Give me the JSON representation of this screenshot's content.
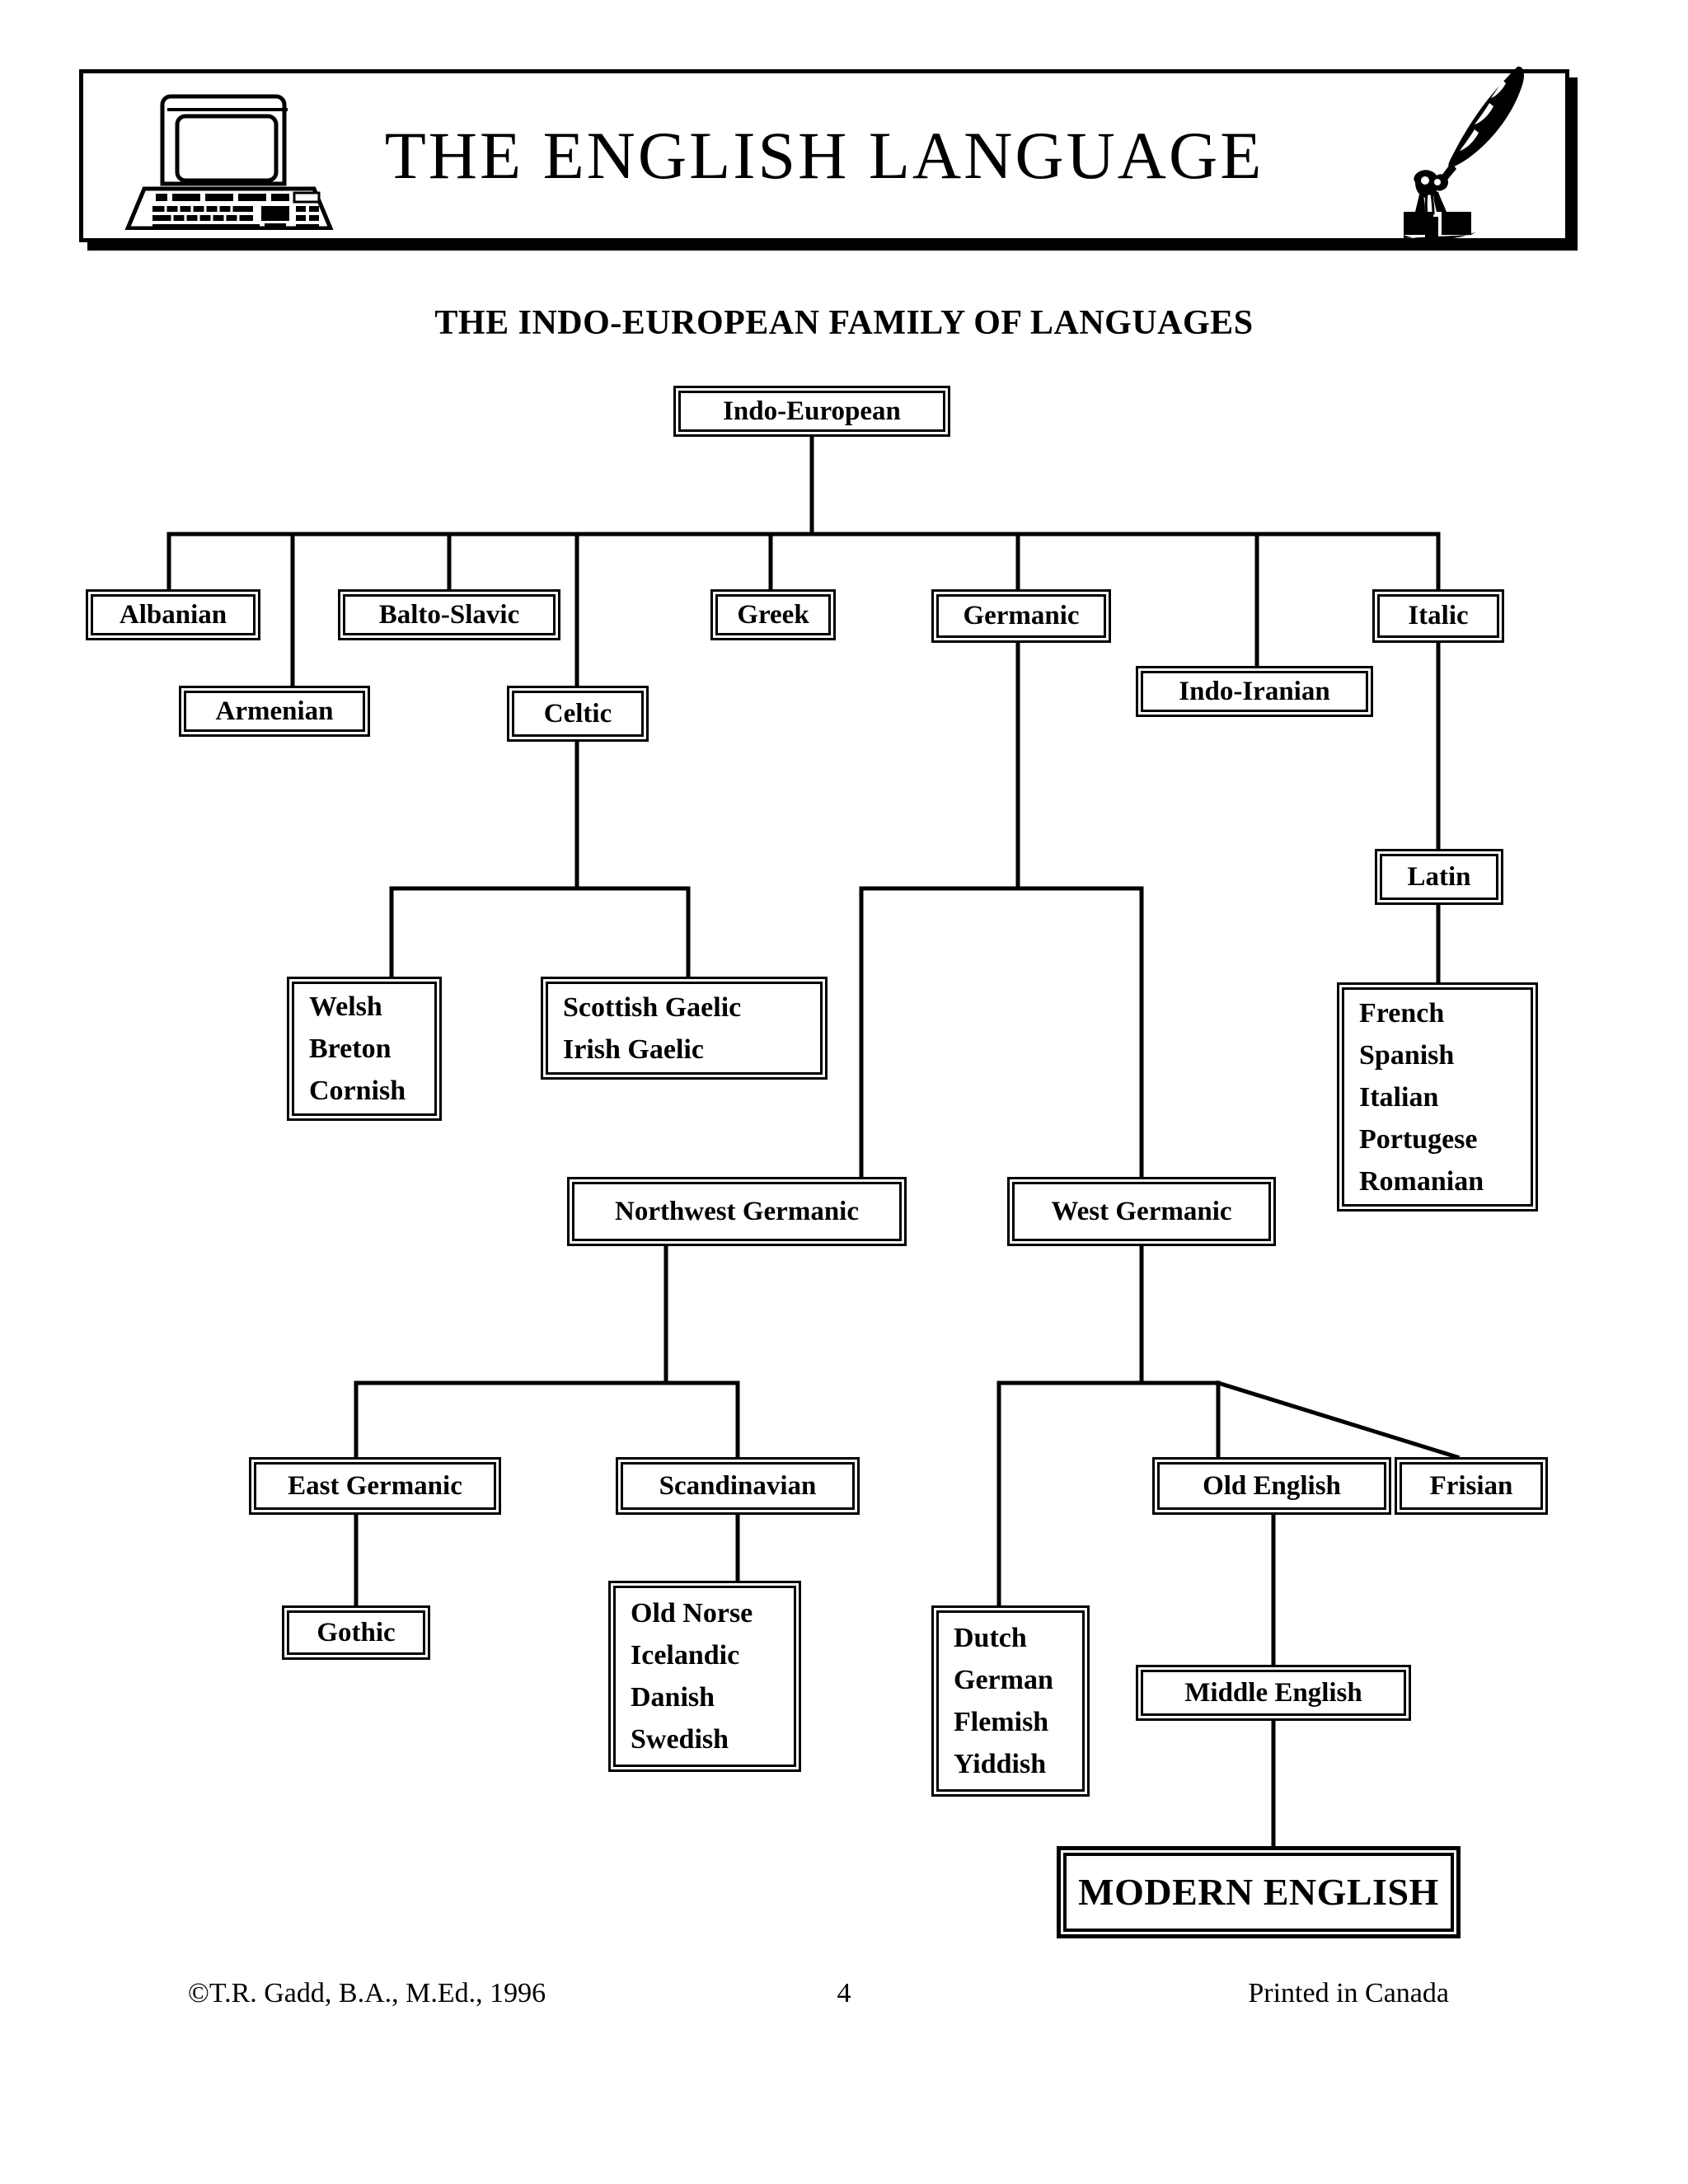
{
  "header": {
    "title": "THE ENGLISH LANGUAGE",
    "computer_icon": "computer-icon",
    "quill_icon": "quill-pen-inkwell-icon"
  },
  "subtitle": "THE INDO-EUROPEAN FAMILY OF LANGUAGES",
  "diagram": {
    "type": "tree",
    "root": "Indo-European",
    "nodes": {
      "indo_european": "Indo-European",
      "albanian": "Albanian",
      "armenian": "Armenian",
      "balto_slavic": "Balto-Slavic",
      "celtic": "Celtic",
      "greek": "Greek",
      "germanic": "Germanic",
      "indo_iranian": "Indo-Iranian",
      "italic": "Italic",
      "latin": "Latin",
      "brythonic": "Welsh\nBreton\nCornish",
      "goidelic": "Scottish Gaelic\nIrish Gaelic",
      "romance": "French\nSpanish\nItalian\nPortugese\nRomanian",
      "northwest_germanic": "Northwest Germanic",
      "west_germanic": "West Germanic",
      "east_germanic": "East Germanic",
      "scandinavian": "Scandinavian",
      "old_english": "Old English",
      "frisian": "Frisian",
      "gothic": "Gothic",
      "norse_group": "Old Norse\nIcelandic\nDanish\nSwedish",
      "continental_west_germanic": "Dutch\nGerman\nFlemish\nYiddish",
      "middle_english": "Middle English",
      "modern_english": "MODERN ENGLISH"
    },
    "node_lines": {
      "brythonic": [
        "Welsh",
        "Breton",
        "Cornish"
      ],
      "goidelic": [
        "Scottish Gaelic",
        "Irish Gaelic"
      ],
      "romance": [
        "French",
        "Spanish",
        "Italian",
        "Portugese",
        "Romanian"
      ],
      "norse_group": [
        "Old Norse",
        "Icelandic",
        "Danish",
        "Swedish"
      ],
      "continental_west_germanic": [
        "Dutch",
        "German",
        "Flemish",
        "Yiddish"
      ]
    },
    "edges": [
      [
        "indo_european",
        "albanian"
      ],
      [
        "indo_european",
        "armenian"
      ],
      [
        "indo_european",
        "balto_slavic"
      ],
      [
        "indo_european",
        "celtic"
      ],
      [
        "indo_european",
        "greek"
      ],
      [
        "indo_european",
        "germanic"
      ],
      [
        "indo_european",
        "indo_iranian"
      ],
      [
        "indo_european",
        "italic"
      ],
      [
        "celtic",
        "brythonic"
      ],
      [
        "celtic",
        "goidelic"
      ],
      [
        "italic",
        "latin"
      ],
      [
        "latin",
        "romance"
      ],
      [
        "germanic",
        "northwest_germanic"
      ],
      [
        "germanic",
        "west_germanic"
      ],
      [
        "northwest_germanic",
        "east_germanic"
      ],
      [
        "northwest_germanic",
        "scandinavian"
      ],
      [
        "east_germanic",
        "gothic"
      ],
      [
        "scandinavian",
        "norse_group"
      ],
      [
        "west_germanic",
        "continental_west_germanic"
      ],
      [
        "west_germanic",
        "old_english"
      ],
      [
        "west_germanic",
        "frisian"
      ],
      [
        "old_english",
        "middle_english"
      ],
      [
        "middle_english",
        "modern_english"
      ]
    ]
  },
  "footer": {
    "copyright": "©T.R. Gadd, B.A., M.Ed., 1996",
    "page_number": "4",
    "printed_in": "Printed in Canada"
  }
}
